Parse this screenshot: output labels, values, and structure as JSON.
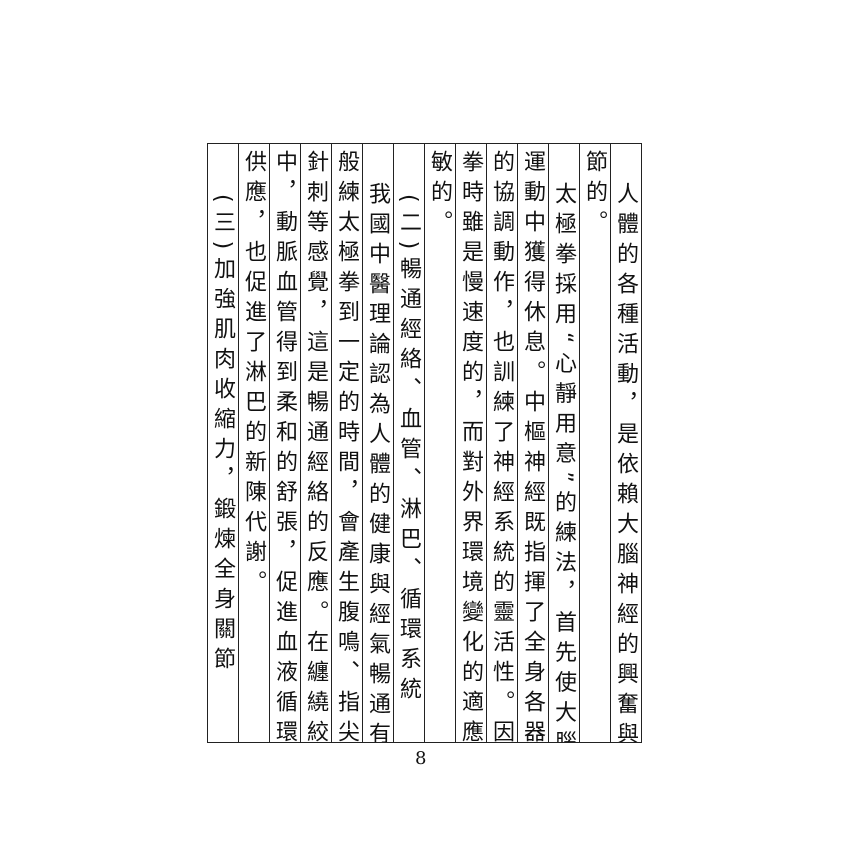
{
  "columns": [
    {
      "text": "人體的各種活動，是依賴大腦神經的興奮與抑制所調",
      "style": "indent"
    },
    {
      "text": "節的。",
      "style": ""
    },
    {
      "text": "太極拳採用“心靜用意”的練法，首先使大腦皮層在",
      "style": "indent"
    },
    {
      "text": "運動中獲得休息。中樞神經既指揮了全身各器官機能",
      "style": ""
    },
    {
      "text": "的協調動作，也訓練了神經系統的靈活性。因此練太極",
      "style": ""
    },
    {
      "text": "拳時雖是慢速度的，而對外界環境變化的適應則是靈",
      "style": ""
    },
    {
      "text": "敏的。",
      "style": ""
    },
    {
      "text": "(二)暢通經絡、血管、淋巴、循環系統",
      "style": "heading"
    },
    {
      "text": "我國中醫理論認為人體的健康與經氣暢通有關。一",
      "style": "indent"
    },
    {
      "text": "般練太極拳到一定的時間，會產生腹鳴、指尖酸麻、發脹、",
      "style": ""
    },
    {
      "text": "針刺等感覺，這是暢通經絡的反應。在纏繞絞轉運動",
      "style": ""
    },
    {
      "text": "中，動脈血管得到柔和的舒張，促進血液循環，提高氧氣的",
      "style": ""
    },
    {
      "text": "供應，也促進了淋巴的新陳代謝。",
      "style": ""
    },
    {
      "text": "(三)加強肌肉收縮力，鍛煉全身關節",
      "style": "heading"
    }
  ],
  "page_number": "8"
}
